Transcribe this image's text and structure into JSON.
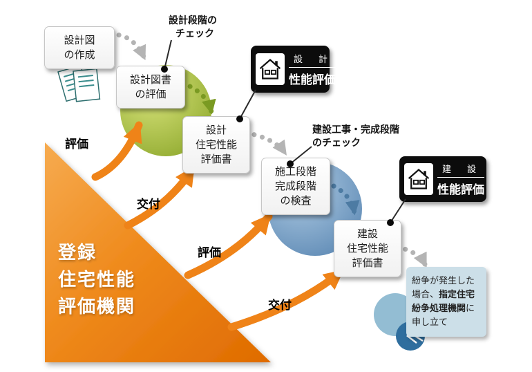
{
  "colors": {
    "accent-orange": "#ef8318",
    "green-circle": "#8fa92e",
    "blue-circle": "#5d89b4",
    "badge-bg": "#0c0c0c",
    "dispute-bg": "#ccdfe8"
  },
  "boxes": {
    "design_creation": {
      "lines": [
        "設計図",
        "の作成"
      ]
    },
    "design_doc_evaluation": {
      "lines": [
        "設計図書",
        "の評価"
      ]
    },
    "design_report": {
      "lines": [
        "設計",
        "住宅性能",
        "評価書"
      ]
    },
    "construction_inspection": {
      "lines": [
        "施工段階",
        "完成段階",
        "の検査"
      ]
    },
    "construction_report": {
      "lines": [
        "建設",
        "住宅性能",
        "評価書"
      ]
    }
  },
  "callouts": {
    "design_check": {
      "lines": [
        "設計段階の",
        "チェック"
      ]
    },
    "construction_check": {
      "lines": [
        "建設工事・完成段階",
        "のチェック"
      ]
    }
  },
  "badges": {
    "design": {
      "category": "設　計",
      "label": "性能評価"
    },
    "construction": {
      "category": "建　設",
      "label": "性能評価"
    }
  },
  "triangle": {
    "lines": [
      "登録",
      "住宅性能",
      "評価機関"
    ]
  },
  "flow_labels": {
    "evaluate_design": "評価",
    "issue_design": "交付",
    "evaluate_construction": "評価",
    "issue_construction": "交付"
  },
  "dispute": {
    "part1": "紛争が発生した場合、",
    "part2": "指定住宅紛争処理機関",
    "part3": "に申し立て"
  }
}
